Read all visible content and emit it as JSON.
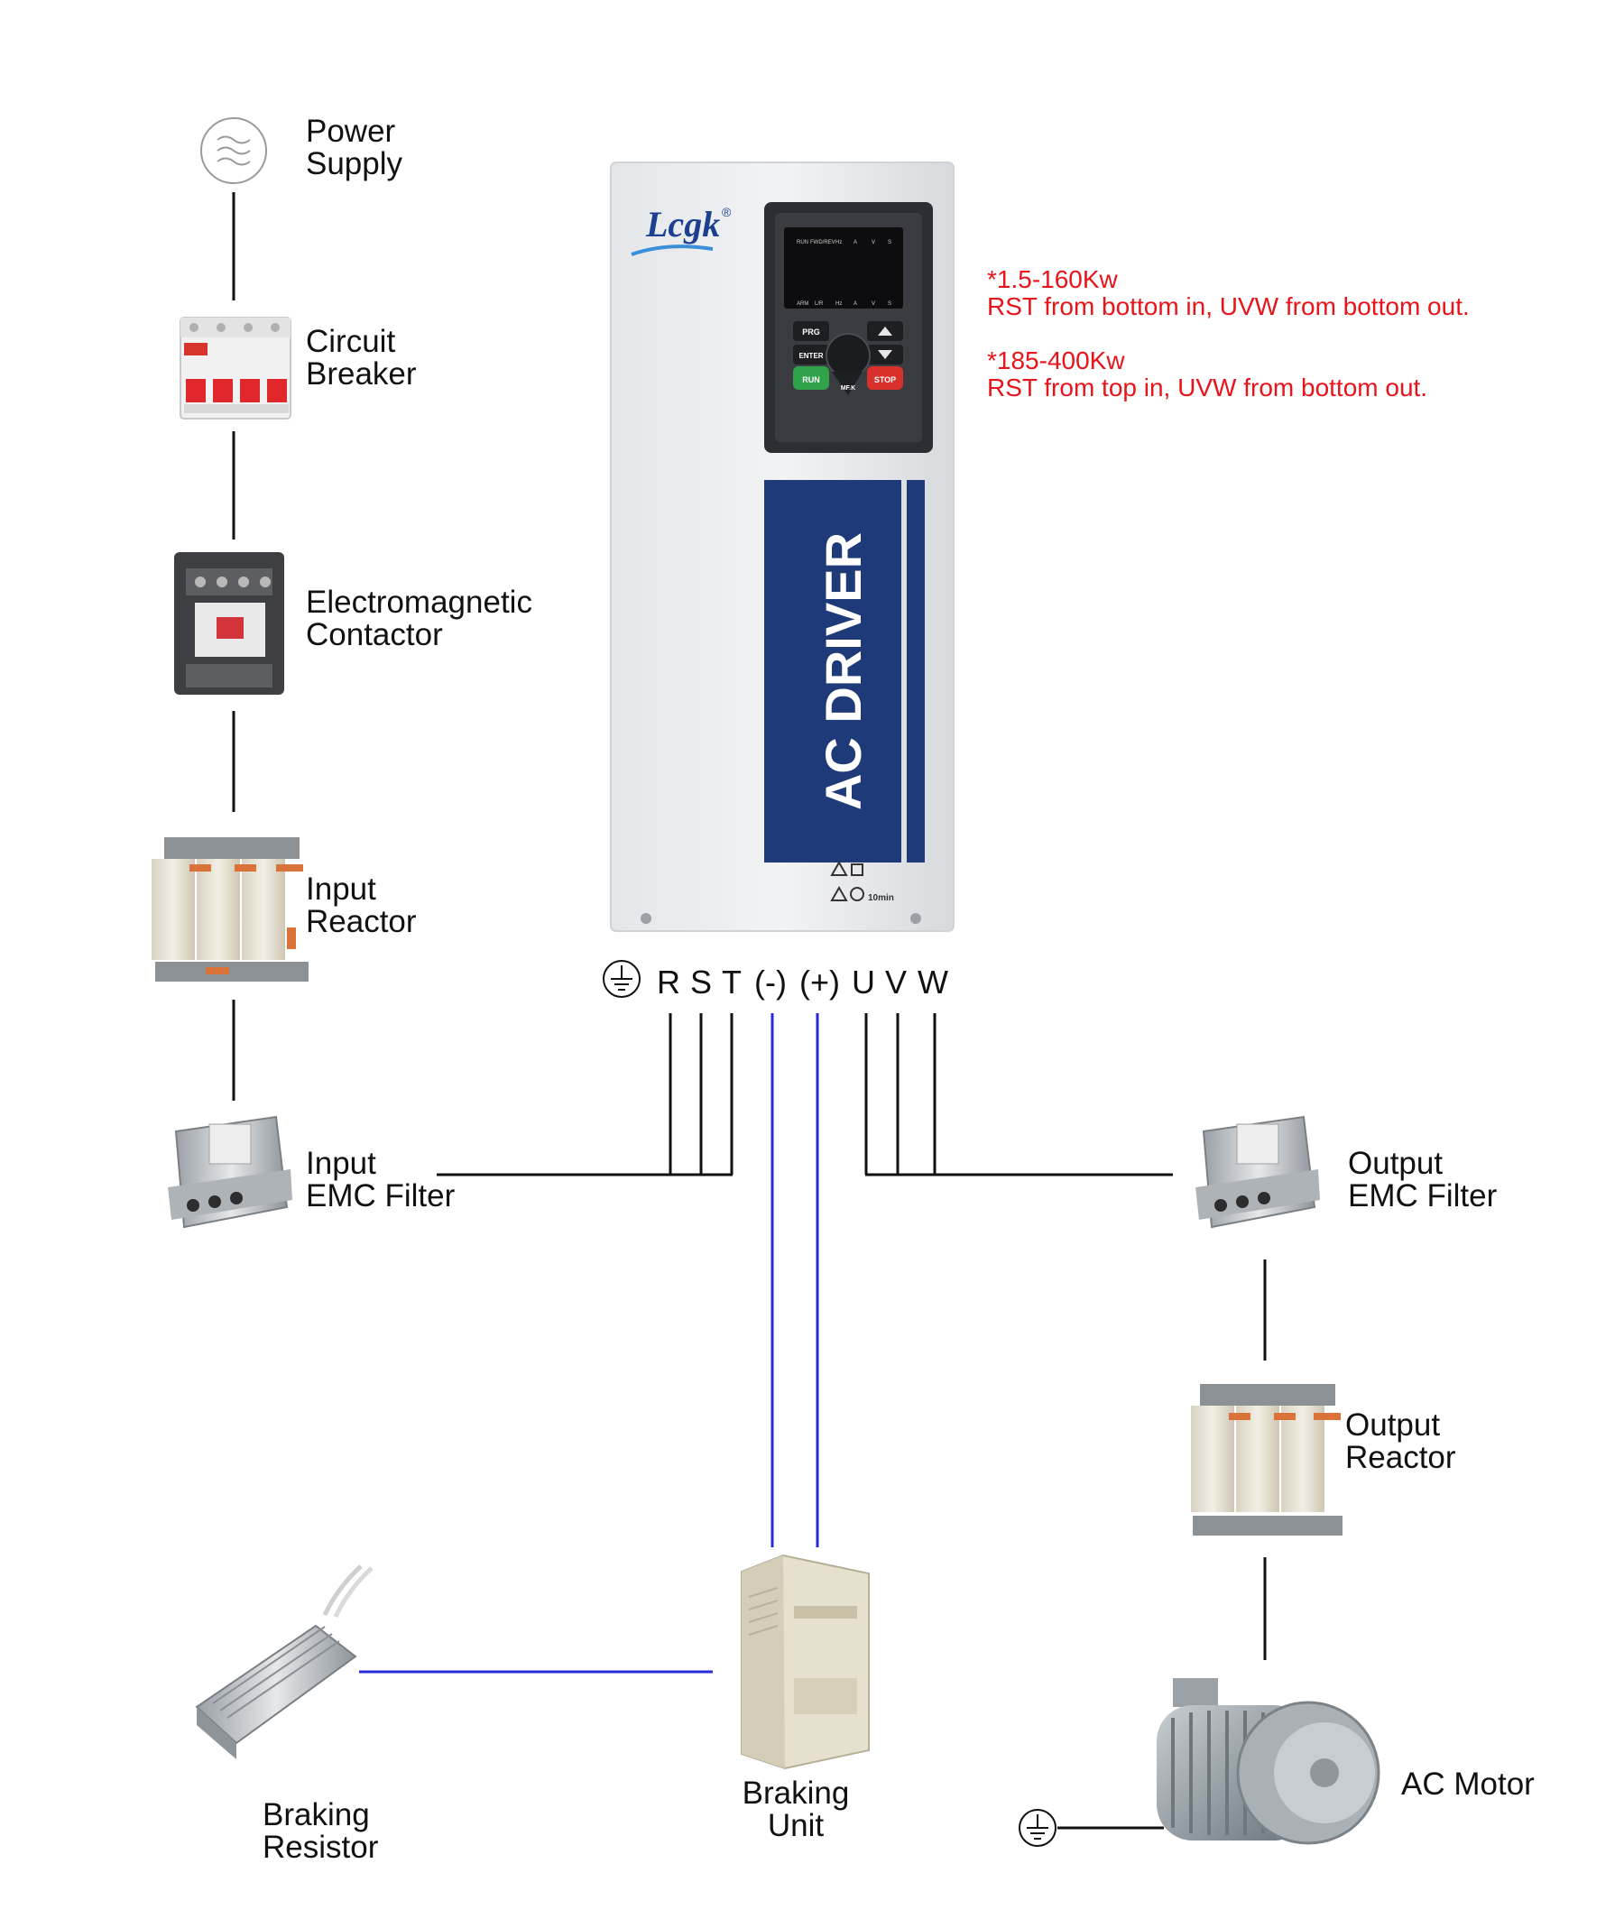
{
  "components": {
    "power_supply": {
      "line1": "Power",
      "line2": "Supply"
    },
    "circuit_breaker": {
      "line1": "Circuit",
      "line2": "Breaker"
    },
    "contactor": {
      "line1": "Electromagnetic",
      "line2": "Contactor"
    },
    "input_reactor": {
      "line1": "Input",
      "line2": "Reactor"
    },
    "input_emc_filter": {
      "line1": "Input",
      "line2": "EMC Filter"
    },
    "output_emc_filter": {
      "line1": "Output",
      "line2": "EMC Filter"
    },
    "output_reactor": {
      "line1": "Output",
      "line2": "Reactor"
    },
    "ac_motor": {
      "line1": "AC Motor"
    },
    "braking_unit": {
      "line1": "Braking",
      "line2": "Unit"
    },
    "braking_resistor": {
      "line1": "Braking",
      "line2": "Resistor"
    }
  },
  "drive": {
    "brand": "Lcgk",
    "registered": "®",
    "panel_text": "AC DRIVER",
    "display_row1": [
      "RUN",
      "FWD/REV",
      "Hz",
      "A",
      "V",
      "S"
    ],
    "display_row2": [
      "ARM",
      "L/R",
      "Hz",
      "A",
      "V",
      "S"
    ],
    "keys": {
      "prg": "PRG",
      "enter": "ENTER",
      "run": "RUN",
      "stop": "STOP",
      "mfk": "MF.K"
    },
    "warning_time": "10min"
  },
  "terminals": {
    "r": "R",
    "s": "S",
    "t": "T",
    "neg": "(-)",
    "pos": "(+)",
    "u": "U",
    "v": "V",
    "w": "W"
  },
  "notes": {
    "range1": "*1.5-160Kw",
    "range1_desc": "RST from bottom in, UVW from bottom out.",
    "range2": "*185-400Kw",
    "range2_desc": "RST from top in, UVW from bottom out."
  },
  "colors": {
    "wire": "#111111",
    "dc_bus": "#2a2ad8",
    "note": "#e8141b",
    "panel_blue": "#1f3a78"
  }
}
